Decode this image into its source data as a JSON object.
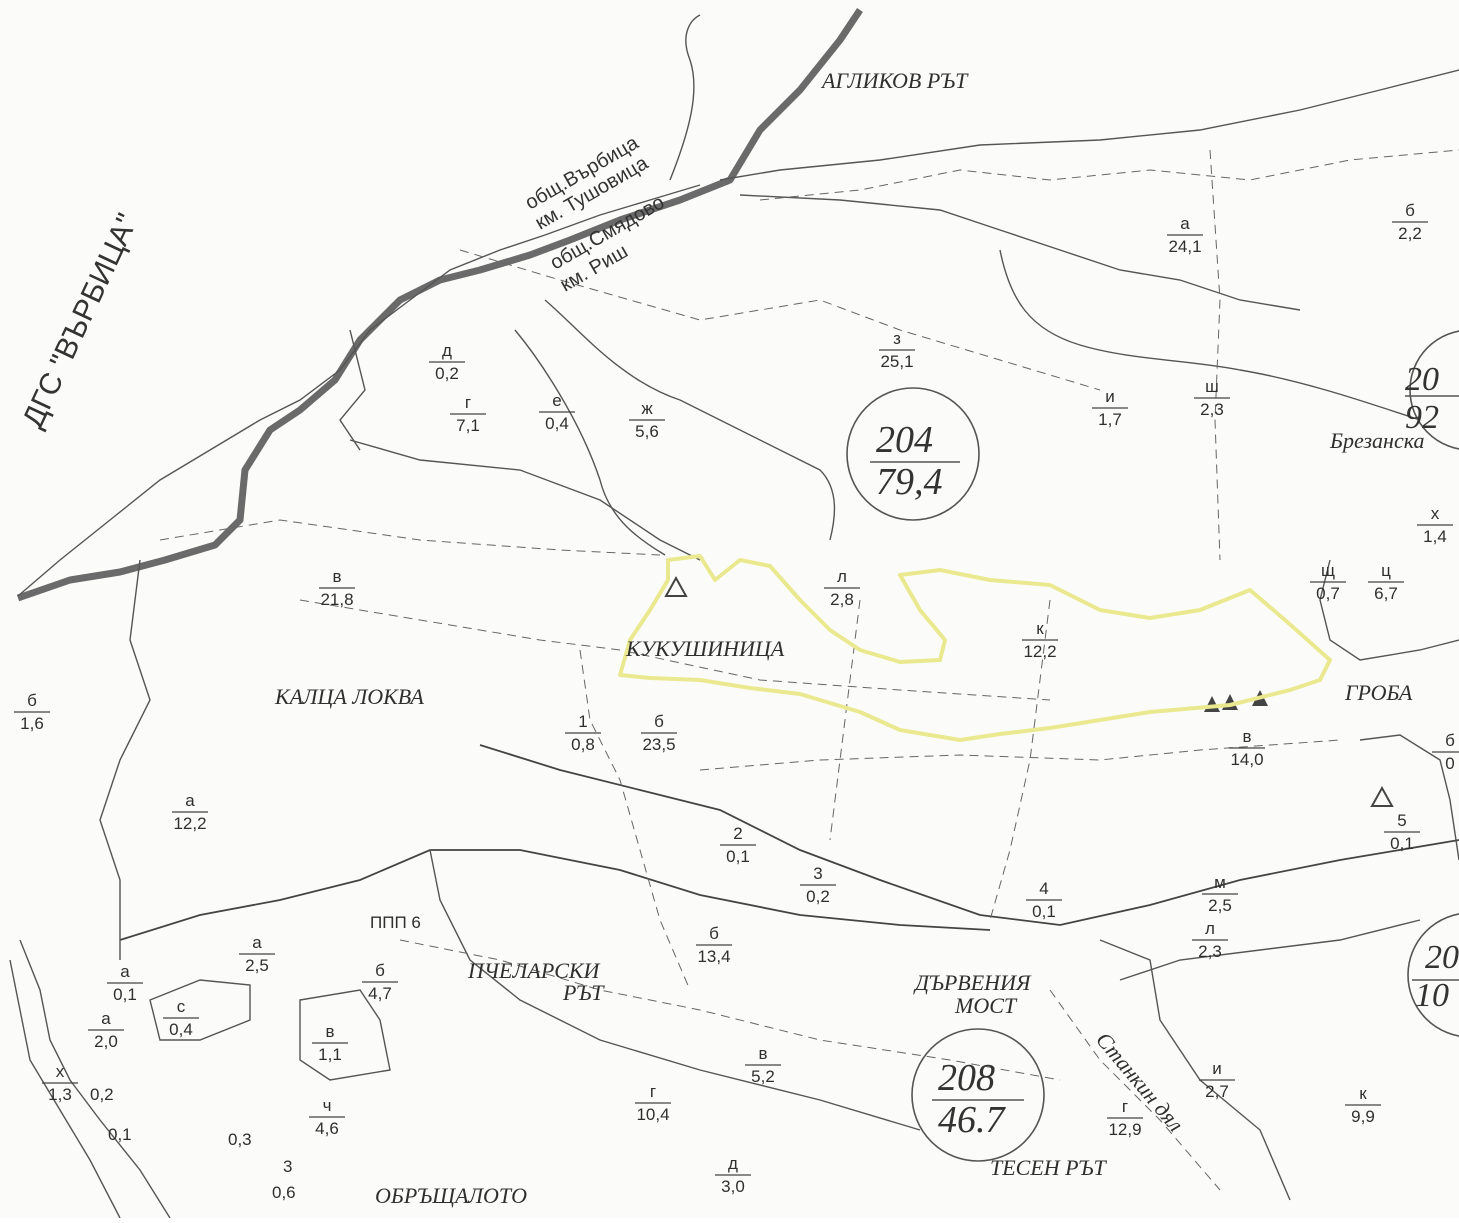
{
  "map": {
    "highlight_color": "#ebe98f",
    "region_label": "ДГС \"ВЪРБИЦА\"",
    "place_names": [
      {
        "id": "agalikov",
        "text": "АГЛИКОВ РЪТ"
      },
      {
        "id": "kukushinitsa",
        "text": "КУКУШИНИЦА"
      },
      {
        "id": "kalitsa",
        "text": "КАЛЦА ЛОКВА"
      },
      {
        "id": "groba",
        "text": "ГРОБА"
      },
      {
        "id": "darvenia-1",
        "text": "ДЪРВЕНИЯ"
      },
      {
        "id": "darvenia-2",
        "text": "МОСТ"
      },
      {
        "id": "pchelarski-1",
        "text": "ПЧЕЛАРСКИ"
      },
      {
        "id": "pchelarski-2",
        "text": "РЪТ"
      },
      {
        "id": "tesen",
        "text": "ТЕСЕН РЪТ"
      },
      {
        "id": "obrashtaloto",
        "text": "ОБРЪЩАЛОТО"
      },
      {
        "id": "stanski",
        "text": "Станкин дял"
      },
      {
        "id": "brezhan",
        "text": "Брезанска"
      }
    ],
    "admin_labels": [
      {
        "id": "a1",
        "text": "общ.Върбица"
      },
      {
        "id": "a2",
        "text": "км. Тушовица"
      },
      {
        "id": "a3",
        "text": "общ.Смядово"
      },
      {
        "id": "a4",
        "text": "км. Риш"
      }
    ],
    "compartments": [
      {
        "id": "c204",
        "number": "204",
        "area": "79,4"
      },
      {
        "id": "c208",
        "number": "208",
        "area": "46.7"
      },
      {
        "id": "c20x",
        "number": "20",
        "area": "92"
      },
      {
        "id": "c2xx",
        "number": "20",
        "area": "10"
      }
    ],
    "subcompartments": [
      {
        "letter": "а",
        "area": "24,1"
      },
      {
        "letter": "б",
        "area": "2,2"
      },
      {
        "letter": "з",
        "area": "25,1"
      },
      {
        "letter": "д",
        "area": "0,2"
      },
      {
        "letter": "г",
        "area": "7,1"
      },
      {
        "letter": "е",
        "area": "0,4"
      },
      {
        "letter": "ж",
        "area": "5,6"
      },
      {
        "letter": "и",
        "area": "1,7"
      },
      {
        "letter": "ш",
        "area": "2,3"
      },
      {
        "letter": "х",
        "area": "1,4"
      },
      {
        "letter": "в",
        "area": "21,8"
      },
      {
        "letter": "л",
        "area": "2,8"
      },
      {
        "letter": "к",
        "area": "12,2"
      },
      {
        "letter": "щ",
        "area": "0,7"
      },
      {
        "letter": "ц",
        "area": "6,7"
      },
      {
        "letter": "б",
        "area": "1,6"
      },
      {
        "letter": "1",
        "area": "0,8"
      },
      {
        "letter": "б",
        "area": "23,5"
      },
      {
        "letter": "в",
        "area": "14,0"
      },
      {
        "letter": "б",
        "area": "0"
      },
      {
        "letter": "а",
        "area": "12,2"
      },
      {
        "letter": "2",
        "area": "0,1"
      },
      {
        "letter": "3",
        "area": "0,2"
      },
      {
        "letter": "5",
        "area": "0,1"
      },
      {
        "letter": "м",
        "area": "2,5"
      },
      {
        "letter": "4",
        "area": "0,1"
      },
      {
        "letter": "л",
        "area": "2,3"
      },
      {
        "letter": "а",
        "area": "2,5"
      },
      {
        "letter": "б",
        "area": "13,4"
      },
      {
        "letter": "б",
        "area": "4,7"
      },
      {
        "letter": "а",
        "area": "0,1"
      },
      {
        "letter": "с",
        "area": "0,4"
      },
      {
        "letter": "в",
        "area": "1,1"
      },
      {
        "letter": "а",
        "area": "2,0"
      },
      {
        "letter": "х",
        "area": "1,3"
      },
      {
        "letter": "в",
        "area": "5,2"
      },
      {
        "letter": "и",
        "area": "2,7"
      },
      {
        "letter": "к",
        "area": "9,9"
      },
      {
        "letter": "ч",
        "area": "4,6"
      },
      {
        "letter": "г",
        "area": "10,4"
      },
      {
        "letter": "г",
        "area": "12,9"
      },
      {
        "letter": "д",
        "area": "3,0"
      }
    ],
    "misc_labels": [
      {
        "id": "ppp",
        "text": "ППП 6"
      },
      {
        "id": "m1",
        "text": "0,2"
      },
      {
        "id": "m2",
        "text": "0,1"
      },
      {
        "id": "m3",
        "text": "0,3"
      },
      {
        "id": "m4",
        "text": "0,6"
      },
      {
        "id": "m5",
        "text": "3"
      }
    ]
  }
}
